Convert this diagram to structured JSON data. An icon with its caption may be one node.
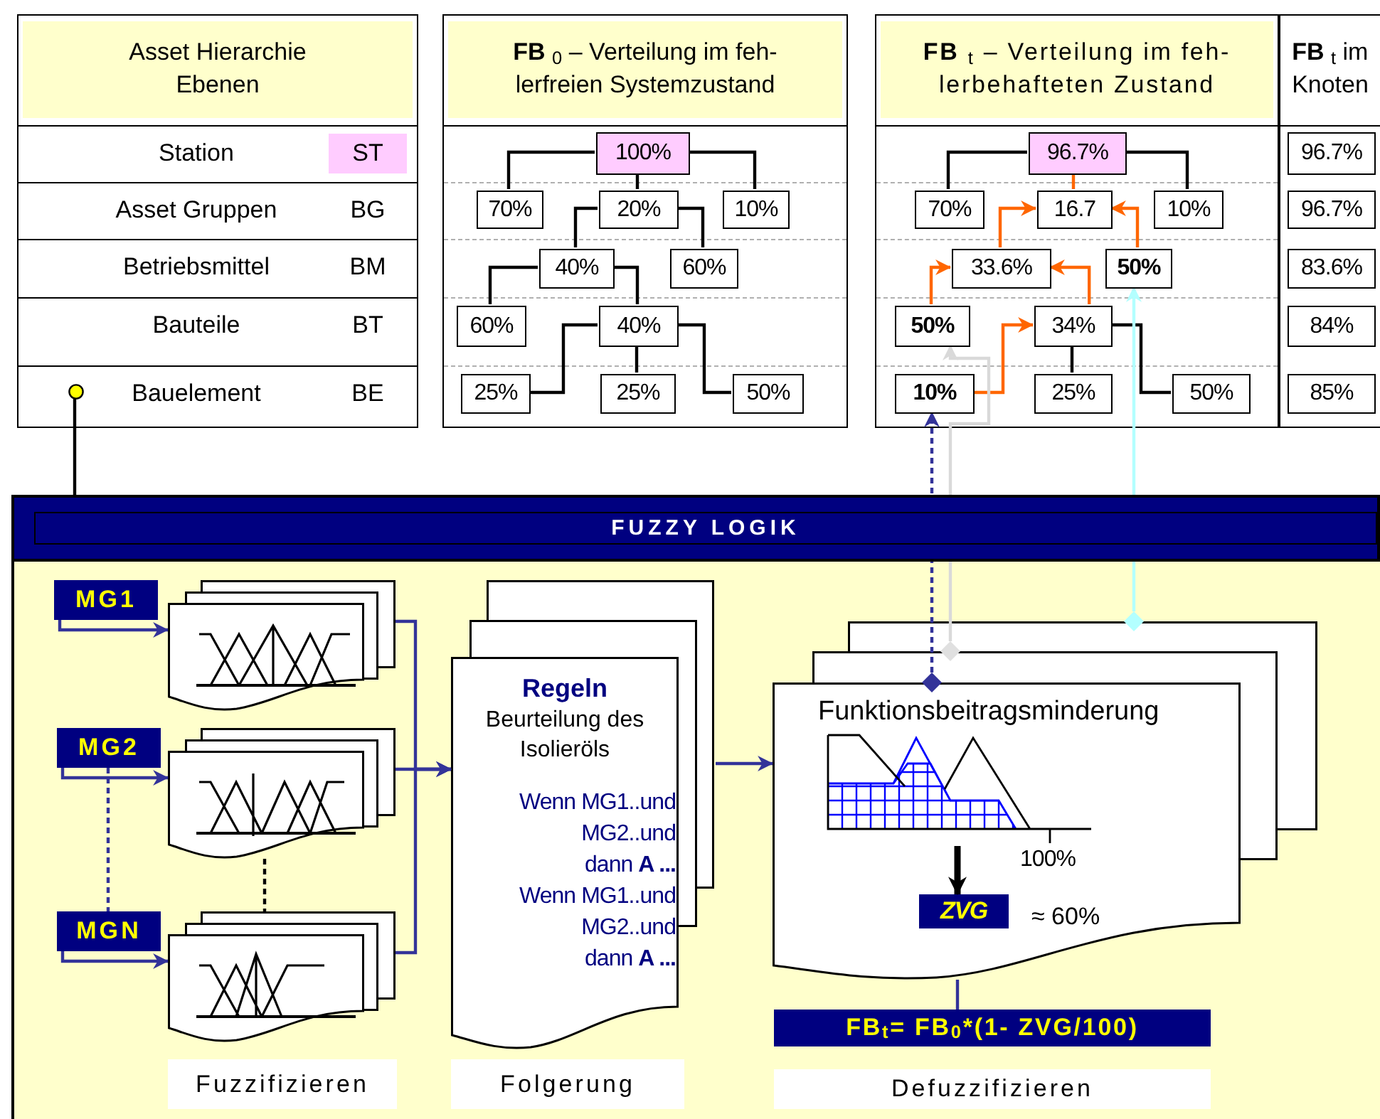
{
  "diagram": {
    "nodes": [
      {
        "text": [
          "Asset Hierarchie Ebenen"
        ]
      },
      {
        "text": [],
        "shape": "circle",
        "in": 0
      },
      {
        "text": [
          "**FB** $_{0}$ – Verteilung im feh-lerfreien Systemzustand"
        ]
      },
      {
        "text": [
          "100%"
        ],
        "in": 2
      },
      {
        "text": [
          "70%"
        ],
        "in": 2
      },
      {
        "text": [
          "20%"
        ],
        "in": 2
      },
      {
        "text": [
          "10%"
        ],
        "in": 2
      },
      {
        "text": [
          "40%"
        ],
        "in": 2
      },
      {
        "text": [
          "60%"
        ],
        "in": 2
      },
      {
        "text": [
          "60%"
        ],
        "in": 2
      },
      {
        "text": [
          "40%"
        ],
        "in": 2
      },
      {
        "text": [
          "25%"
        ],
        "in": 2
      },
      {
        "text": [
          "25%"
        ],
        "in": 2
      },
      {
        "text": [
          "50%"
        ],
        "in": 2
      },
      {
        "text": [
          "**FB** $_{t}$ – Verteilung im feh-lerbehafteten Zustand"
        ]
      },
      {
        "text": [
          "96.7%"
        ],
        "in": 14
      },
      {
        "text": [
          "70%"
        ],
        "in": 14
      },
      {
        "text": [
          "16.7"
        ],
        "in": 14
      },
      {
        "text": [
          "10%"
        ],
        "in": 14
      },
      {
        "text": [
          "33.6%"
        ],
        "in": 14
      },
      {
        "text": [
          "50%"
        ],
        "in": 14
      },
      {
        "text": [
          "50%"
        ],
        "in": 14
      },
      {
        "text": [
          "34%"
        ],
        "in": 14
      },
      {
        "text": [
          "10%"
        ],
        "in": 14
      },
      {
        "text": [
          "25%"
        ],
        "in": 14
      },
      {
        "text": [
          "50%"
        ],
        "in": 14
      },
      {
        "text": [
          "**FB** $_{t}$ im Knoten"
        ]
      },
      {
        "text": [
          "96.7%"
        ],
        "in": 26
      },
      {
        "text": [
          "96.7%"
        ],
        "in": 26
      },
      {
        "text": [
          "83.6%"
        ],
        "in": 26
      },
      {
        "text": [
          "84%"
        ],
        "in": 26
      },
      {
        "text": [
          "85%"
        ],
        "in": 26
      },
      {
        "text": [
          "FUZZY LOGIK"
        ]
      },
      {
        "text": [
          "MG1"
        ],
        "in": 32
      },
      {
        "text": [],
        "shape": "box",
        "in": 32
      },
      {
        "text": [
          "MG2"
        ],
        "in": 32
      },
      {
        "text": [],
        "shape": "box",
        "in": 32
      },
      {
        "text": [
          "MGN"
        ],
        "in": 32
      },
      {
        "text": [],
        "shape": "box",
        "in": 32
      },
      {
        "text": [
          "Regeln",
          "Beurteilung des Isolieröls",
          "Wenn MG1..und",
          "MG2..und",
          "dann **A ...**",
          "Wenn MG1..und",
          "MG2..und",
          "dann **A ...**"
        ],
        "in": 32
      },
      {
        "text": [
          "Funktionsbeitragsminderung"
        ],
        "in": 32
      },
      {
        "text": [],
        "shape": "diamond",
        "in": 40
      },
      {
        "text": [],
        "shape": "diamond",
        "in": 32
      },
      {
        "text": [],
        "shape": "diamond",
        "in": 32
      },
      {
        "text": [],
        "shape": "picture",
        "in": 40
      },
      {
        "text": [
          "ZVG"
        ],
        "beside": [
          "≈ 60%"
        ],
        "in": 40
      },
      {
        "text": [
          "FB$_{t}$= FB$_{0}$*(1- ZVG/100)"
        ],
        "in": 32
      },
      {
        "text": [
          "Fuzzifizieren"
        ],
        "in": 32
      },
      {
        "text": [
          "Folgerung"
        ],
        "in": 32
      },
      {
        "text": [
          "Defuzzifizieren"
        ],
        "in": 32
      }
    ],
    "edges": [
      {
        "from": 1,
        "to": 32,
        "arrow": "none"
      },
      {
        "from": 3,
        "to": 4,
        "arrow": "none"
      },
      {
        "from": 3,
        "to": 5,
        "arrow": "none"
      },
      {
        "from": 3,
        "to": 6,
        "arrow": "none"
      },
      {
        "from": 5,
        "to": 7,
        "arrow": "none"
      },
      {
        "from": 5,
        "to": 8,
        "arrow": "none"
      },
      {
        "from": 7,
        "to": 9,
        "arrow": "none"
      },
      {
        "from": 7,
        "to": 10,
        "arrow": "none"
      },
      {
        "from": 10,
        "to": 11,
        "arrow": "none"
      },
      {
        "from": 10,
        "to": 12,
        "arrow": "none"
      },
      {
        "from": 10,
        "to": 13,
        "arrow": "none"
      },
      {
        "from": 15,
        "to": 16,
        "arrow": "none"
      },
      {
        "from": 15,
        "to": 17,
        "arrow": "none",
        "color": "#ff6600"
      },
      {
        "from": 15,
        "to": 18,
        "arrow": "none"
      },
      {
        "from": 19,
        "to": 17,
        "arrow": "to",
        "color": "#ff6600"
      },
      {
        "from": 20,
        "to": 17,
        "arrow": "to",
        "color": "#ff6600"
      },
      {
        "from": 21,
        "to": 19,
        "arrow": "to",
        "color": "#ff6600"
      },
      {
        "from": 22,
        "to": 19,
        "arrow": "to",
        "color": "#ff6600"
      },
      {
        "from": 23,
        "to": 22,
        "arrow": "to",
        "color": "#ff6600"
      },
      {
        "from": 22,
        "to": 24,
        "arrow": "none"
      },
      {
        "from": 22,
        "to": 25,
        "arrow": "none"
      },
      {
        "from": 41,
        "to": 23,
        "arrow": "to",
        "style": "dashed",
        "color": "#333399"
      },
      {
        "from": 42,
        "to": 21,
        "arrow": "to",
        "color": "#d9d9d9"
      },
      {
        "from": 43,
        "to": 20,
        "arrow": "to",
        "color": "#b3ffff"
      },
      {
        "from": 33,
        "to": 34,
        "arrow": "to",
        "color": "#333399"
      },
      {
        "from": 35,
        "to": 36,
        "arrow": "to",
        "color": "#333399"
      },
      {
        "from": 37,
        "to": 38,
        "arrow": "to",
        "color": "#333399"
      },
      {
        "from": 35,
        "to": 37,
        "arrow": "none",
        "style": "dashed",
        "color": "#333399"
      },
      {
        "from": 36,
        "to": 38,
        "arrow": "none",
        "style": "dashed"
      },
      {
        "from": 34,
        "to": 39,
        "arrow": "to",
        "color": "#333399"
      },
      {
        "from": 36,
        "to": 39,
        "arrow": "to",
        "color": "#333399"
      },
      {
        "from": 38,
        "to": 39,
        "arrow": "to",
        "color": "#333399"
      },
      {
        "from": 39,
        "to": 40,
        "arrow": "to",
        "color": "#333399"
      },
      {
        "from": 44,
        "to": 45,
        "arrow": "to",
        "style": "thick"
      },
      {
        "from": 40,
        "to": 46,
        "arrow": "none",
        "color": "#333399"
      }
    ],
    "labels": [
      "Station",
      "ST",
      "Asset Gruppen",
      "BG",
      "Betriebsmittel",
      "BM",
      "Bauteile",
      "BT",
      "Bauelement",
      "BE",
      "100%"
    ]
  }
}
